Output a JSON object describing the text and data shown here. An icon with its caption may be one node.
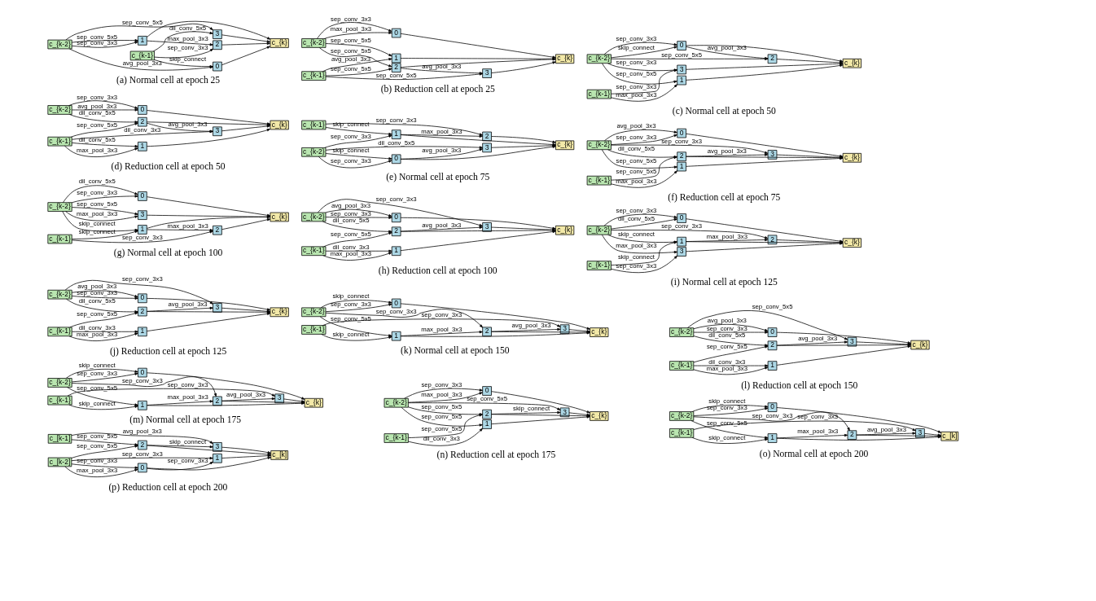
{
  "diagram": {
    "nodes": [
      {
        "text": [
          "c_{k-2}"
        ]
      },
      {
        "text": [
          "c_{k-1}"
        ]
      },
      {
        "text": [
          "0"
        ]
      },
      {
        "text": [
          "1"
        ]
      },
      {
        "text": [
          "2"
        ]
      },
      {
        "text": [
          "3"
        ]
      },
      {
        "text": [
          "c_{k}"
        ]
      },
      {
        "text": [
          "c_{k-2}"
        ]
      },
      {
        "text": [
          "c_{k-1}"
        ]
      },
      {
        "text": [
          "0"
        ]
      },
      {
        "text": [
          "1"
        ]
      },
      {
        "text": [
          "2"
        ]
      },
      {
        "text": [
          "3"
        ]
      },
      {
        "text": [
          "c_{k}"
        ]
      },
      {
        "text": [
          "c_{k-2}"
        ]
      },
      {
        "text": [
          "c_{k-1}"
        ]
      },
      {
        "text": [
          "0"
        ]
      },
      {
        "text": [
          "1"
        ]
      },
      {
        "text": [
          "2"
        ]
      },
      {
        "text": [
          "3"
        ]
      },
      {
        "text": [
          "c_{k}"
        ]
      },
      {
        "text": [
          "c_{k-2}"
        ]
      },
      {
        "text": [
          "c_{k-1}"
        ]
      },
      {
        "text": [
          "0"
        ]
      },
      {
        "text": [
          "1"
        ]
      },
      {
        "text": [
          "2"
        ]
      },
      {
        "text": [
          "3"
        ]
      },
      {
        "text": [
          "c_{k}"
        ]
      },
      {
        "text": [
          "c_{k-1}"
        ]
      },
      {
        "text": [
          "c_{k-2}"
        ]
      },
      {
        "text": [
          "0"
        ]
      },
      {
        "text": [
          "1"
        ]
      },
      {
        "text": [
          "2"
        ]
      },
      {
        "text": [
          "3"
        ]
      },
      {
        "text": [
          "c_{k}"
        ]
      },
      {
        "text": [
          "c_{k-2}"
        ]
      },
      {
        "text": [
          "c_{k-1}"
        ]
      },
      {
        "text": [
          "0"
        ]
      },
      {
        "text": [
          "1"
        ]
      },
      {
        "text": [
          "2"
        ]
      },
      {
        "text": [
          "3"
        ]
      },
      {
        "text": [
          "c_{k}"
        ]
      },
      {
        "text": [
          "c_{k-2}"
        ]
      },
      {
        "text": [
          "c_{k-1}"
        ]
      },
      {
        "text": [
          "0"
        ]
      },
      {
        "text": [
          "1"
        ]
      },
      {
        "text": [
          "2"
        ]
      },
      {
        "text": [
          "3"
        ]
      },
      {
        "text": [
          "c_{k}"
        ]
      },
      {
        "text": [
          "c_{k-2}"
        ]
      },
      {
        "text": [
          "c_{k-1}"
        ]
      },
      {
        "text": [
          "0"
        ]
      },
      {
        "text": [
          "1"
        ]
      },
      {
        "text": [
          "2"
        ]
      },
      {
        "text": [
          "3"
        ]
      },
      {
        "text": [
          "c_{k}"
        ]
      },
      {
        "text": [
          "c_{k-2}"
        ]
      },
      {
        "text": [
          "c_{k-1}"
        ]
      },
      {
        "text": [
          "0"
        ]
      },
      {
        "text": [
          "1"
        ]
      },
      {
        "text": [
          "2"
        ]
      },
      {
        "text": [
          "3"
        ]
      },
      {
        "text": [
          "c_{k}"
        ]
      },
      {
        "text": [
          "c_{k-2}"
        ]
      },
      {
        "text": [
          "c_{k-1}"
        ]
      },
      {
        "text": [
          "0"
        ]
      },
      {
        "text": [
          "1"
        ]
      },
      {
        "text": [
          "2"
        ]
      },
      {
        "text": [
          "3"
        ]
      },
      {
        "text": [
          "c_{k}"
        ]
      },
      {
        "text": [
          "c_{k-2}"
        ]
      },
      {
        "text": [
          "c_{k-1}"
        ]
      },
      {
        "text": [
          "0"
        ]
      },
      {
        "text": [
          "1"
        ]
      },
      {
        "text": [
          "2"
        ]
      },
      {
        "text": [
          "3"
        ]
      },
      {
        "text": [
          "c_{k}"
        ]
      },
      {
        "text": [
          "c_{k-2}"
        ]
      },
      {
        "text": [
          "c_{k-1}"
        ]
      },
      {
        "text": [
          "0"
        ]
      },
      {
        "text": [
          "1"
        ]
      },
      {
        "text": [
          "2"
        ]
      },
      {
        "text": [
          "3"
        ]
      },
      {
        "text": [
          "c_{k}"
        ]
      },
      {
        "text": [
          "c_{k-2}"
        ]
      },
      {
        "text": [
          "c_{k-1}"
        ]
      },
      {
        "text": [
          "0"
        ]
      },
      {
        "text": [
          "1"
        ]
      },
      {
        "text": [
          "2"
        ]
      },
      {
        "text": [
          "3"
        ]
      },
      {
        "text": [
          "c_{k}"
        ]
      },
      {
        "text": [
          "c_{k-2}"
        ]
      },
      {
        "text": [
          "c_{k-1}"
        ]
      },
      {
        "text": [
          "0"
        ]
      },
      {
        "text": [
          "1"
        ]
      },
      {
        "text": [
          "2"
        ]
      },
      {
        "text": [
          "3"
        ]
      },
      {
        "text": [
          "c_{k}"
        ]
      },
      {
        "text": [
          "c_{k-2}"
        ]
      },
      {
        "text": [
          "c_{k-1}"
        ]
      },
      {
        "text": [
          "0"
        ]
      },
      {
        "text": [
          "1"
        ]
      },
      {
        "text": [
          "2"
        ]
      },
      {
        "text": [
          "3"
        ]
      },
      {
        "text": [
          "c_[k]"
        ]
      },
      {
        "text": [
          "c_[k-1]"
        ]
      },
      {
        "text": [
          "c_[k-2]"
        ]
      },
      {
        "text": [
          "0"
        ]
      },
      {
        "text": [
          "1"
        ]
      },
      {
        "text": [
          "2"
        ]
      },
      {
        "text": [
          "3"
        ]
      },
      {
        "text": [
          "c_[k]"
        ]
      }
    ],
    "edges": [
      {
        "from": 0,
        "to": 2,
        "arrow": "to",
        "label": "avg_pool_3x3"
      },
      {
        "from": 1,
        "to": 2,
        "arrow": "to",
        "label": "skip_connect"
      },
      {
        "from": 0,
        "to": 5,
        "arrow": "to",
        "label": "sep_conv_5x5"
      },
      {
        "from": 1,
        "to": 5,
        "arrow": "to",
        "label": "dil_conv_5x5"
      },
      {
        "from": 0,
        "to": 3,
        "arrow": "to",
        "label": "sep_conv_3x3"
      },
      {
        "from": 0,
        "to": 3,
        "arrow": "to",
        "label": "sep_conv_5x5"
      },
      {
        "from": 1,
        "to": 4,
        "arrow": "to",
        "label": "sep_conv_3x3"
      },
      {
        "from": 3,
        "to": 4,
        "arrow": "to",
        "label": "max_pool_3x3"
      },
      {
        "from": 2,
        "to": 6,
        "arrow": "to"
      },
      {
        "from": 3,
        "to": 6,
        "arrow": "to"
      },
      {
        "from": 4,
        "to": 6,
        "arrow": "to"
      },
      {
        "from": 5,
        "to": 6,
        "arrow": "to"
      },
      {
        "from": 7,
        "to": 9,
        "arrow": "to",
        "label": "max_pool_3x3"
      },
      {
        "from": 7,
        "to": 9,
        "arrow": "to",
        "label": "sep_conv_3x3"
      },
      {
        "from": 7,
        "to": 10,
        "arrow": "to",
        "label": "sep_conv_5x5"
      },
      {
        "from": 8,
        "to": 10,
        "arrow": "to",
        "label": "avg_pool_3x3"
      },
      {
        "from": 7,
        "to": 11,
        "arrow": "to",
        "label": "sep_conv_5x5"
      },
      {
        "from": 8,
        "to": 11,
        "arrow": "to",
        "label": "sep_conv_5x5"
      },
      {
        "from": 11,
        "to": 12,
        "arrow": "to",
        "label": "avg_pool_3x3"
      },
      {
        "from": 8,
        "to": 12,
        "arrow": "to",
        "label": "sep_conv_5x5"
      },
      {
        "from": 9,
        "to": 13,
        "arrow": "to"
      },
      {
        "from": 10,
        "to": 13,
        "arrow": "to"
      },
      {
        "from": 11,
        "to": 13,
        "arrow": "to"
      },
      {
        "from": 12,
        "to": 13,
        "arrow": "to"
      },
      {
        "from": 14,
        "to": 16,
        "arrow": "to",
        "label": "skip_connect"
      },
      {
        "from": 14,
        "to": 16,
        "arrow": "to",
        "label": "sep_conv_3x3"
      },
      {
        "from": 16,
        "to": 18,
        "arrow": "to",
        "label": "avg_pool_3x3"
      },
      {
        "from": 14,
        "to": 18,
        "arrow": "to",
        "label": "sep_conv_5x5"
      },
      {
        "from": 14,
        "to": 19,
        "arrow": "to",
        "label": "sep_conv_3x3"
      },
      {
        "from": 15,
        "to": 19,
        "arrow": "to",
        "label": "sep_conv_3x3"
      },
      {
        "from": 15,
        "to": 17,
        "arrow": "to",
        "label": "max_pool_3x3"
      },
      {
        "from": 14,
        "to": 17,
        "arrow": "to",
        "label": "sep_conv_5x5"
      },
      {
        "from": 16,
        "to": 20,
        "arrow": "to"
      },
      {
        "from": 17,
        "to": 20,
        "arrow": "to"
      },
      {
        "from": 18,
        "to": 20,
        "arrow": "to"
      },
      {
        "from": 19,
        "to": 20,
        "arrow": "to"
      },
      {
        "from": 21,
        "to": 23,
        "arrow": "to",
        "label": "avg_pool_3x3"
      },
      {
        "from": 21,
        "to": 23,
        "arrow": "to",
        "label": "sep_conv_3x3"
      },
      {
        "from": 21,
        "to": 25,
        "arrow": "to",
        "label": "dil_conv_5x5"
      },
      {
        "from": 22,
        "to": 25,
        "arrow": "to",
        "label": "sep_conv_5x5"
      },
      {
        "from": 25,
        "to": 26,
        "arrow": "to",
        "label": "avg_pool_3x3"
      },
      {
        "from": 22,
        "to": 26,
        "arrow": "to",
        "label": "dil_conv_3x3"
      },
      {
        "from": 22,
        "to": 24,
        "arrow": "to",
        "label": "max_pool_3x3"
      },
      {
        "from": 22,
        "to": 24,
        "arrow": "to",
        "label": "dil_conv_5x5"
      },
      {
        "from": 23,
        "to": 27,
        "arrow": "to"
      },
      {
        "from": 24,
        "to": 27,
        "arrow": "to"
      },
      {
        "from": 25,
        "to": 27,
        "arrow": "to"
      },
      {
        "from": 26,
        "to": 27,
        "arrow": "to"
      },
      {
        "from": 28,
        "to": 32,
        "arrow": "to",
        "label": "sep_conv_3x3"
      },
      {
        "from": 28,
        "to": 31,
        "arrow": "to",
        "label": "skip_connect"
      },
      {
        "from": 29,
        "to": 31,
        "arrow": "to",
        "label": "sep_conv_3x3"
      },
      {
        "from": 31,
        "to": 32,
        "arrow": "to",
        "label": "max_pool_3x3"
      },
      {
        "from": 29,
        "to": 33,
        "arrow": "to",
        "label": "dil_conv_5x5"
      },
      {
        "from": 29,
        "to": 30,
        "arrow": "to",
        "label": "sep_conv_3x3"
      },
      {
        "from": 30,
        "to": 33,
        "arrow": "to",
        "label": "avg_pool_3x3"
      },
      {
        "from": 29,
        "to": 30,
        "arrow": "to",
        "label": "skip_connect"
      },
      {
        "from": 30,
        "to": 34,
        "arrow": "to"
      },
      {
        "from": 31,
        "to": 34,
        "arrow": "to"
      },
      {
        "from": 32,
        "to": 34,
        "arrow": "to"
      },
      {
        "from": 33,
        "to": 34,
        "arrow": "to"
      },
      {
        "from": 35,
        "to": 37,
        "arrow": "to",
        "label": "avg_pool_3x3"
      },
      {
        "from": 35,
        "to": 37,
        "arrow": "to",
        "label": "sep_conv_3x3"
      },
      {
        "from": 35,
        "to": 40,
        "arrow": "to",
        "label": "sep_conv_3x3"
      },
      {
        "from": 35,
        "to": 39,
        "arrow": "to",
        "label": "dil_conv_5x5"
      },
      {
        "from": 39,
        "to": 40,
        "arrow": "to",
        "label": "avg_pool_3x3"
      },
      {
        "from": 35,
        "to": 38,
        "arrow": "to",
        "label": "sep_conv_5x5"
      },
      {
        "from": 36,
        "to": 39,
        "arrow": "to",
        "label": "sep_conv_5x5"
      },
      {
        "from": 36,
        "to": 38,
        "arrow": "to",
        "label": "max_pool_3x3"
      },
      {
        "from": 37,
        "to": 41,
        "arrow": "to"
      },
      {
        "from": 38,
        "to": 41,
        "arrow": "to"
      },
      {
        "from": 39,
        "to": 41,
        "arrow": "to"
      },
      {
        "from": 40,
        "to": 41,
        "arrow": "to"
      },
      {
        "from": 42,
        "to": 47,
        "arrow": "to",
        "label": "sep_conv_5x5"
      },
      {
        "from": 42,
        "to": 47,
        "arrow": "to",
        "label": "max_pool_3x3"
      },
      {
        "from": 42,
        "to": 44,
        "arrow": "to",
        "label": "dil_conv_5x5"
      },
      {
        "from": 42,
        "to": 44,
        "arrow": "to",
        "label": "sep_conv_3x3"
      },
      {
        "from": 42,
        "to": 45,
        "arrow": "to",
        "label": "skip_connect"
      },
      {
        "from": 45,
        "to": 46,
        "arrow": "to",
        "label": "max_pool_3x3"
      },
      {
        "from": 43,
        "to": 45,
        "arrow": "to",
        "label": "skip_connect"
      },
      {
        "from": 43,
        "to": 46,
        "arrow": "to",
        "label": "sep_conv_3x3"
      },
      {
        "from": 44,
        "to": 48,
        "arrow": "to"
      },
      {
        "from": 45,
        "to": 48,
        "arrow": "to"
      },
      {
        "from": 46,
        "to": 48,
        "arrow": "to"
      },
      {
        "from": 47,
        "to": 48,
        "arrow": "to"
      },
      {
        "from": 49,
        "to": 51,
        "arrow": "to",
        "label": "sep_conv_3x3"
      },
      {
        "from": 49,
        "to": 51,
        "arrow": "to",
        "label": "avg_pool_3x3"
      },
      {
        "from": 49,
        "to": 54,
        "arrow": "to",
        "label": "sep_conv_3x3"
      },
      {
        "from": 49,
        "to": 53,
        "arrow": "to",
        "label": "dil_conv_5x5"
      },
      {
        "from": 53,
        "to": 54,
        "arrow": "to",
        "label": "avg_pool_3x3"
      },
      {
        "from": 50,
        "to": 53,
        "arrow": "to",
        "label": "sep_conv_5x5"
      },
      {
        "from": 50,
        "to": 52,
        "arrow": "to",
        "label": "dil_conv_3x3"
      },
      {
        "from": 50,
        "to": 52,
        "arrow": "to",
        "label": "max_pool_3x3"
      },
      {
        "from": 51,
        "to": 55,
        "arrow": "to"
      },
      {
        "from": 52,
        "to": 55,
        "arrow": "to"
      },
      {
        "from": 53,
        "to": 55,
        "arrow": "to"
      },
      {
        "from": 54,
        "to": 55,
        "arrow": "to"
      },
      {
        "from": 56,
        "to": 58,
        "arrow": "to",
        "label": "dil_conv_5x5"
      },
      {
        "from": 56,
        "to": 58,
        "arrow": "to",
        "label": "sep_conv_3x3"
      },
      {
        "from": 56,
        "to": 60,
        "arrow": "to",
        "label": "sep_conv_3x3"
      },
      {
        "from": 56,
        "to": 59,
        "arrow": "to",
        "label": "skip_connect"
      },
      {
        "from": 59,
        "to": 60,
        "arrow": "to",
        "label": "max_pool_3x3"
      },
      {
        "from": 56,
        "to": 61,
        "arrow": "to",
        "label": "max_pool_3x3"
      },
      {
        "from": 57,
        "to": 59,
        "arrow": "to",
        "label": "skip_connect"
      },
      {
        "from": 57,
        "to": 61,
        "arrow": "to",
        "label": "sep_conv_3x3"
      },
      {
        "from": 58,
        "to": 62,
        "arrow": "to"
      },
      {
        "from": 59,
        "to": 62,
        "arrow": "to"
      },
      {
        "from": 60,
        "to": 62,
        "arrow": "to"
      },
      {
        "from": 61,
        "to": 62,
        "arrow": "to"
      },
      {
        "from": 63,
        "to": 65,
        "arrow": "to",
        "label": "sep_conv_3x3"
      },
      {
        "from": 63,
        "to": 65,
        "arrow": "to",
        "label": "avg_pool_3x3"
      },
      {
        "from": 63,
        "to": 68,
        "arrow": "to",
        "label": "sep_conv_3x3"
      },
      {
        "from": 63,
        "to": 67,
        "arrow": "to",
        "label": "dil_conv_5x5"
      },
      {
        "from": 67,
        "to": 68,
        "arrow": "to",
        "label": "avg_pool_3x3"
      },
      {
        "from": 64,
        "to": 67,
        "arrow": "to",
        "label": "sep_conv_5x5"
      },
      {
        "from": 64,
        "to": 66,
        "arrow": "to",
        "label": "dil_conv_3x3"
      },
      {
        "from": 64,
        "to": 66,
        "arrow": "to",
        "label": "max_pool_3x3"
      },
      {
        "from": 65,
        "to": 69,
        "arrow": "to"
      },
      {
        "from": 66,
        "to": 69,
        "arrow": "to"
      },
      {
        "from": 67,
        "to": 69,
        "arrow": "to"
      },
      {
        "from": 68,
        "to": 69,
        "arrow": "to"
      },
      {
        "from": 70,
        "to": 72,
        "arrow": "to",
        "label": "sep_conv_3x3"
      },
      {
        "from": 70,
        "to": 72,
        "arrow": "to",
        "label": "skip_connect"
      },
      {
        "from": 70,
        "to": 73,
        "arrow": "to",
        "label": "sep_conv_5x5"
      },
      {
        "from": 71,
        "to": 73,
        "arrow": "to",
        "label": "skip_connect"
      },
      {
        "from": 73,
        "to": 74,
        "arrow": "to",
        "label": "max_pool_3x3"
      },
      {
        "from": 70,
        "to": 74,
        "arrow": "to",
        "label": "sep_conv_3x3"
      },
      {
        "from": 74,
        "to": 75,
        "arrow": "to",
        "label": "avg_pool_3x3"
      },
      {
        "from": 71,
        "to": 75,
        "arrow": "to",
        "label": "sep_conv_3x3"
      },
      {
        "from": 72,
        "to": 76,
        "arrow": "to"
      },
      {
        "from": 73,
        "to": 76,
        "arrow": "to"
      },
      {
        "from": 74,
        "to": 76,
        "arrow": "to"
      },
      {
        "from": 75,
        "to": 76,
        "arrow": "to"
      },
      {
        "from": 77,
        "to": 79,
        "arrow": "to",
        "label": "sep_conv_3x3"
      },
      {
        "from": 77,
        "to": 79,
        "arrow": "to",
        "label": "avg_pool_3x3"
      },
      {
        "from": 77,
        "to": 82,
        "arrow": "to",
        "label": "sep_conv_5x5"
      },
      {
        "from": 77,
        "to": 81,
        "arrow": "to",
        "label": "dil_conv_5x5"
      },
      {
        "from": 81,
        "to": 82,
        "arrow": "to",
        "label": "avg_pool_3x3"
      },
      {
        "from": 78,
        "to": 81,
        "arrow": "to",
        "label": "sep_conv_5x5"
      },
      {
        "from": 78,
        "to": 80,
        "arrow": "to",
        "label": "dil_conv_3x3"
      },
      {
        "from": 78,
        "to": 80,
        "arrow": "to",
        "label": "max_pool_3x3"
      },
      {
        "from": 79,
        "to": 83,
        "arrow": "to"
      },
      {
        "from": 80,
        "to": 83,
        "arrow": "to"
      },
      {
        "from": 81,
        "to": 83,
        "arrow": "to"
      },
      {
        "from": 82,
        "to": 83,
        "arrow": "to"
      },
      {
        "from": 84,
        "to": 86,
        "arrow": "to",
        "label": "sep_conv_3x3"
      },
      {
        "from": 84,
        "to": 86,
        "arrow": "to",
        "label": "skip_connect"
      },
      {
        "from": 84,
        "to": 87,
        "arrow": "to",
        "label": "sep_conv_5x5"
      },
      {
        "from": 85,
        "to": 87,
        "arrow": "to",
        "label": "skip_connect"
      },
      {
        "from": 87,
        "to": 88,
        "arrow": "to",
        "label": "max_pool_3x3"
      },
      {
        "from": 84,
        "to": 88,
        "arrow": "to",
        "label": "sep_conv_3x3"
      },
      {
        "from": 88,
        "to": 89,
        "arrow": "to",
        "label": "avg_pool_3x3"
      },
      {
        "from": 85,
        "to": 89,
        "arrow": "to",
        "label": "sep_conv_3x3"
      },
      {
        "from": 86,
        "to": 90,
        "arrow": "to"
      },
      {
        "from": 87,
        "to": 90,
        "arrow": "to"
      },
      {
        "from": 88,
        "to": 90,
        "arrow": "to"
      },
      {
        "from": 89,
        "to": 90,
        "arrow": "to"
      },
      {
        "from": 91,
        "to": 93,
        "arrow": "to",
        "label": "sep_conv_3x3"
      },
      {
        "from": 91,
        "to": 93,
        "arrow": "to",
        "label": "max_pool_3x3"
      },
      {
        "from": 91,
        "to": 96,
        "arrow": "to",
        "label": "sep_conv_5x5"
      },
      {
        "from": 91,
        "to": 95,
        "arrow": "to",
        "label": "sep_conv_5x5"
      },
      {
        "from": 95,
        "to": 96,
        "arrow": "to",
        "label": "skip_connect"
      },
      {
        "from": 91,
        "to": 94,
        "arrow": "to",
        "label": "sep_conv_5x5"
      },
      {
        "from": 92,
        "to": 95,
        "arrow": "to",
        "label": "sep_conv_5x5"
      },
      {
        "from": 92,
        "to": 94,
        "arrow": "to",
        "label": "dil_conv_3x3"
      },
      {
        "from": 93,
        "to": 97,
        "arrow": "to"
      },
      {
        "from": 94,
        "to": 97,
        "arrow": "to"
      },
      {
        "from": 95,
        "to": 97,
        "arrow": "to"
      },
      {
        "from": 96,
        "to": 97,
        "arrow": "to"
      },
      {
        "from": 98,
        "to": 100,
        "arrow": "to",
        "label": "sep_conv_3x3"
      },
      {
        "from": 98,
        "to": 100,
        "arrow": "to",
        "label": "skip_connect"
      },
      {
        "from": 98,
        "to": 101,
        "arrow": "to",
        "label": "sep_conv_5x5"
      },
      {
        "from": 99,
        "to": 101,
        "arrow": "to",
        "label": "skip_connect"
      },
      {
        "from": 101,
        "to": 102,
        "arrow": "to",
        "label": "max_pool_3x3"
      },
      {
        "from": 98,
        "to": 102,
        "arrow": "to",
        "label": "sep_conv_3x3"
      },
      {
        "from": 102,
        "to": 103,
        "arrow": "to",
        "label": "avg_pool_3x3"
      },
      {
        "from": 99,
        "to": 103,
        "arrow": "to",
        "label": "sep_conv_3x3"
      },
      {
        "from": 100,
        "to": 104,
        "arrow": "to"
      },
      {
        "from": 101,
        "to": 104,
        "arrow": "to"
      },
      {
        "from": 102,
        "to": 104,
        "arrow": "to"
      },
      {
        "from": 103,
        "to": 104,
        "arrow": "to"
      },
      {
        "from": 105,
        "to": 110,
        "arrow": "to",
        "label": "avg_pool_3x3"
      },
      {
        "from": 105,
        "to": 109,
        "arrow": "to",
        "label": "sep_conv_5x5"
      },
      {
        "from": 109,
        "to": 110,
        "arrow": "to",
        "label": "skip_connect"
      },
      {
        "from": 106,
        "to": 109,
        "arrow": "to",
        "label": "sep_conv_5x5"
      },
      {
        "from": 106,
        "to": 108,
        "arrow": "to",
        "label": "sep_conv_3x3"
      },
      {
        "from": 106,
        "to": 107,
        "arrow": "to",
        "label": "sep_conv_3x3"
      },
      {
        "from": 107,
        "to": 108,
        "arrow": "to",
        "label": "sep_conv_3x3"
      },
      {
        "from": 106,
        "to": 107,
        "arrow": "to",
        "label": "max_pool_3x3"
      },
      {
        "from": 107,
        "to": 111,
        "arrow": "to"
      },
      {
        "from": 108,
        "to": 111,
        "arrow": "to"
      },
      {
        "from": 109,
        "to": 111,
        "arrow": "to"
      },
      {
        "from": 110,
        "to": 111,
        "arrow": "to"
      }
    ],
    "labels": [
      "(a) Normal cell at epoch 25",
      "(b) Reduction cell at epoch 25",
      "(c) Normal cell at epoch 50",
      "(d) Reduction cell at epoch 50",
      "(e) Normal cell at epoch 75",
      "(f) Reduction cell at epoch 75",
      "(g) Normal cell at epoch 100",
      "(h) Reduction cell at epoch 100",
      "(i) Normal cell at epoch 125",
      "(j) Reduction cell at epoch 125",
      "(k) Normal cell at epoch 150",
      "(l) Reduction cell at epoch 150",
      "(m) Normal cell at epoch 175",
      "(n) Reduction cell at epoch 175",
      "(o) Normal cell at epoch 200",
      "(p) Reduction cell at epoch 200"
    ]
  }
}
